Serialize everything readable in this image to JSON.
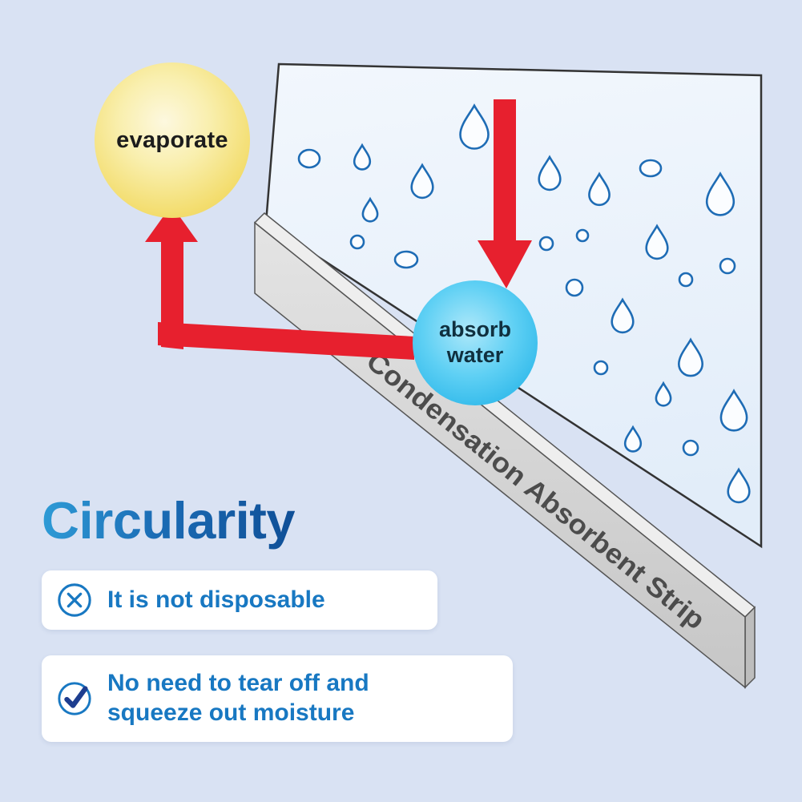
{
  "diagram": {
    "evaporate_label": "evaporate",
    "absorb_label_line1": "absorb",
    "absorb_label_line2": "water",
    "strip_label": "Condensation Absorbent Strip"
  },
  "heading": {
    "title": "Circularity"
  },
  "points": [
    {
      "icon": "x-circle-icon",
      "text": "It is not disposable"
    },
    {
      "icon": "check-circle-icon",
      "text": "No need to tear off and squeeze out moisture"
    }
  ],
  "colors": {
    "background": "#d9e2f3",
    "accent_blue": "#1878c2",
    "check_dark_blue": "#1d3d8f",
    "arrow_red": "#e7202e",
    "evaporate_yellow": "#f3dd6e",
    "absorb_cyan": "#2bb8ea",
    "droplet_stroke": "#1e6cb5",
    "strip_gray": "#d2d2d2",
    "pane_fill": "#ebf3fb"
  }
}
